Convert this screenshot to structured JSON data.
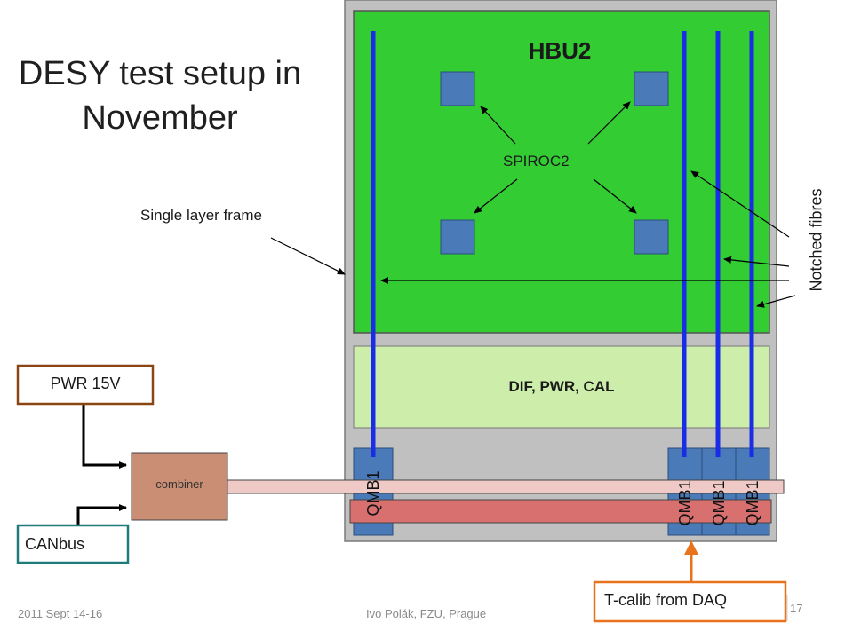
{
  "title": "DESY test setup in November",
  "hbu": {
    "label": "HBU2",
    "chip_label": "SPIROC2"
  },
  "dif": {
    "label": "DIF, PWR, CAL"
  },
  "frame_label": "Single layer frame",
  "fibres_label": "Notched fibres",
  "qmb_labels": [
    "QMB1",
    "QMB1",
    "QMB1",
    "QMB1"
  ],
  "pwr_label": "PWR 15V",
  "canbus_label": "CANbus",
  "combiner_label": "combiner",
  "tcalib_label": "T-calib from DAQ",
  "footer": {
    "date": "2011  Sept 14-16",
    "author": "Ivo Polák, FZU, Prague",
    "page": "17"
  },
  "colors": {
    "board_green": "#33cc33",
    "dif_green": "#cceeaa",
    "frame_gray": "#c0c0c0",
    "qmb_blue": "#4a7ab8",
    "fibre_blue": "#1a2de6",
    "combiner_brown": "#c98e74",
    "pwr_border": "#8b4513",
    "canbus_border": "#1f7a7a",
    "tcalib_border": "#e8731c"
  }
}
